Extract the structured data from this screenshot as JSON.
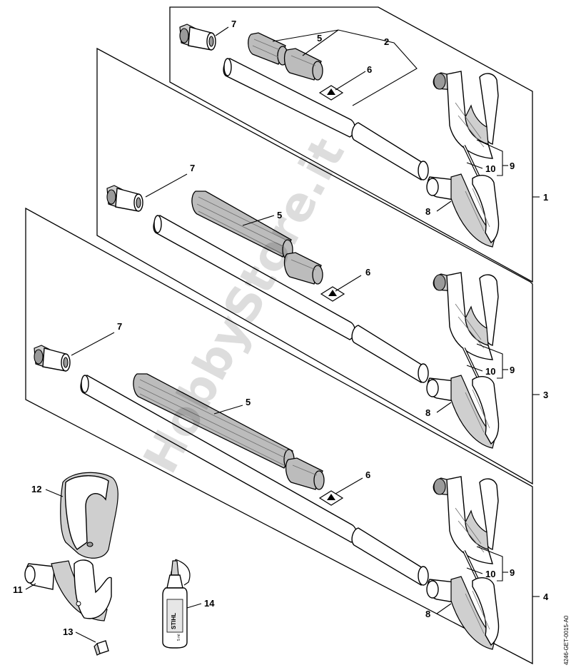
{
  "watermark": "HobbyStore.it",
  "drawing_code": "4246-GET-0015-A0",
  "callouts": {
    "n1": "1",
    "n2": "2",
    "n3": "3",
    "n4": "4",
    "n5a": "5",
    "n5b": "5",
    "n5c": "5",
    "n6a": "6",
    "n6b": "6",
    "n6c": "6",
    "n7a": "7",
    "n7b": "7",
    "n7c": "7",
    "n8a": "8",
    "n8b": "8",
    "n8c": "8",
    "n9a": "9",
    "n9b": "9",
    "n9c": "9",
    "n10a": "10",
    "n10b": "10",
    "n10c": "10",
    "n11": "11",
    "n12": "12",
    "n13": "13",
    "n14": "14"
  },
  "bottle_label": "STIHL",
  "bottle_volume": "5 ml"
}
